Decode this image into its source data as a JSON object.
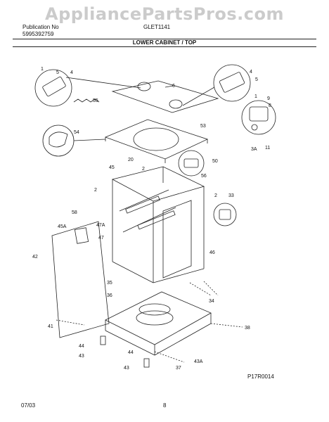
{
  "watermark": "AppliancePartsPros.com",
  "header": {
    "publication_label": "Publication No",
    "publication_number": "5995392759",
    "model": "GLET1141",
    "section_title": "LOWER CABINET / TOP"
  },
  "footer": {
    "date": "07/03",
    "page_number": "8",
    "figure_code": "P17R0014"
  },
  "callouts": [
    "1",
    "5",
    "4",
    "6",
    "55",
    "4",
    "5",
    "1",
    "9",
    "8",
    "54",
    "53",
    "11",
    "3A",
    "50",
    "20",
    "2",
    "45",
    "56",
    "2",
    "2",
    "33",
    "58",
    "45A",
    "47A",
    "47",
    "42",
    "46",
    "35",
    "36",
    "34",
    "41",
    "38",
    "44",
    "43",
    "44",
    "43",
    "37",
    "43A"
  ]
}
